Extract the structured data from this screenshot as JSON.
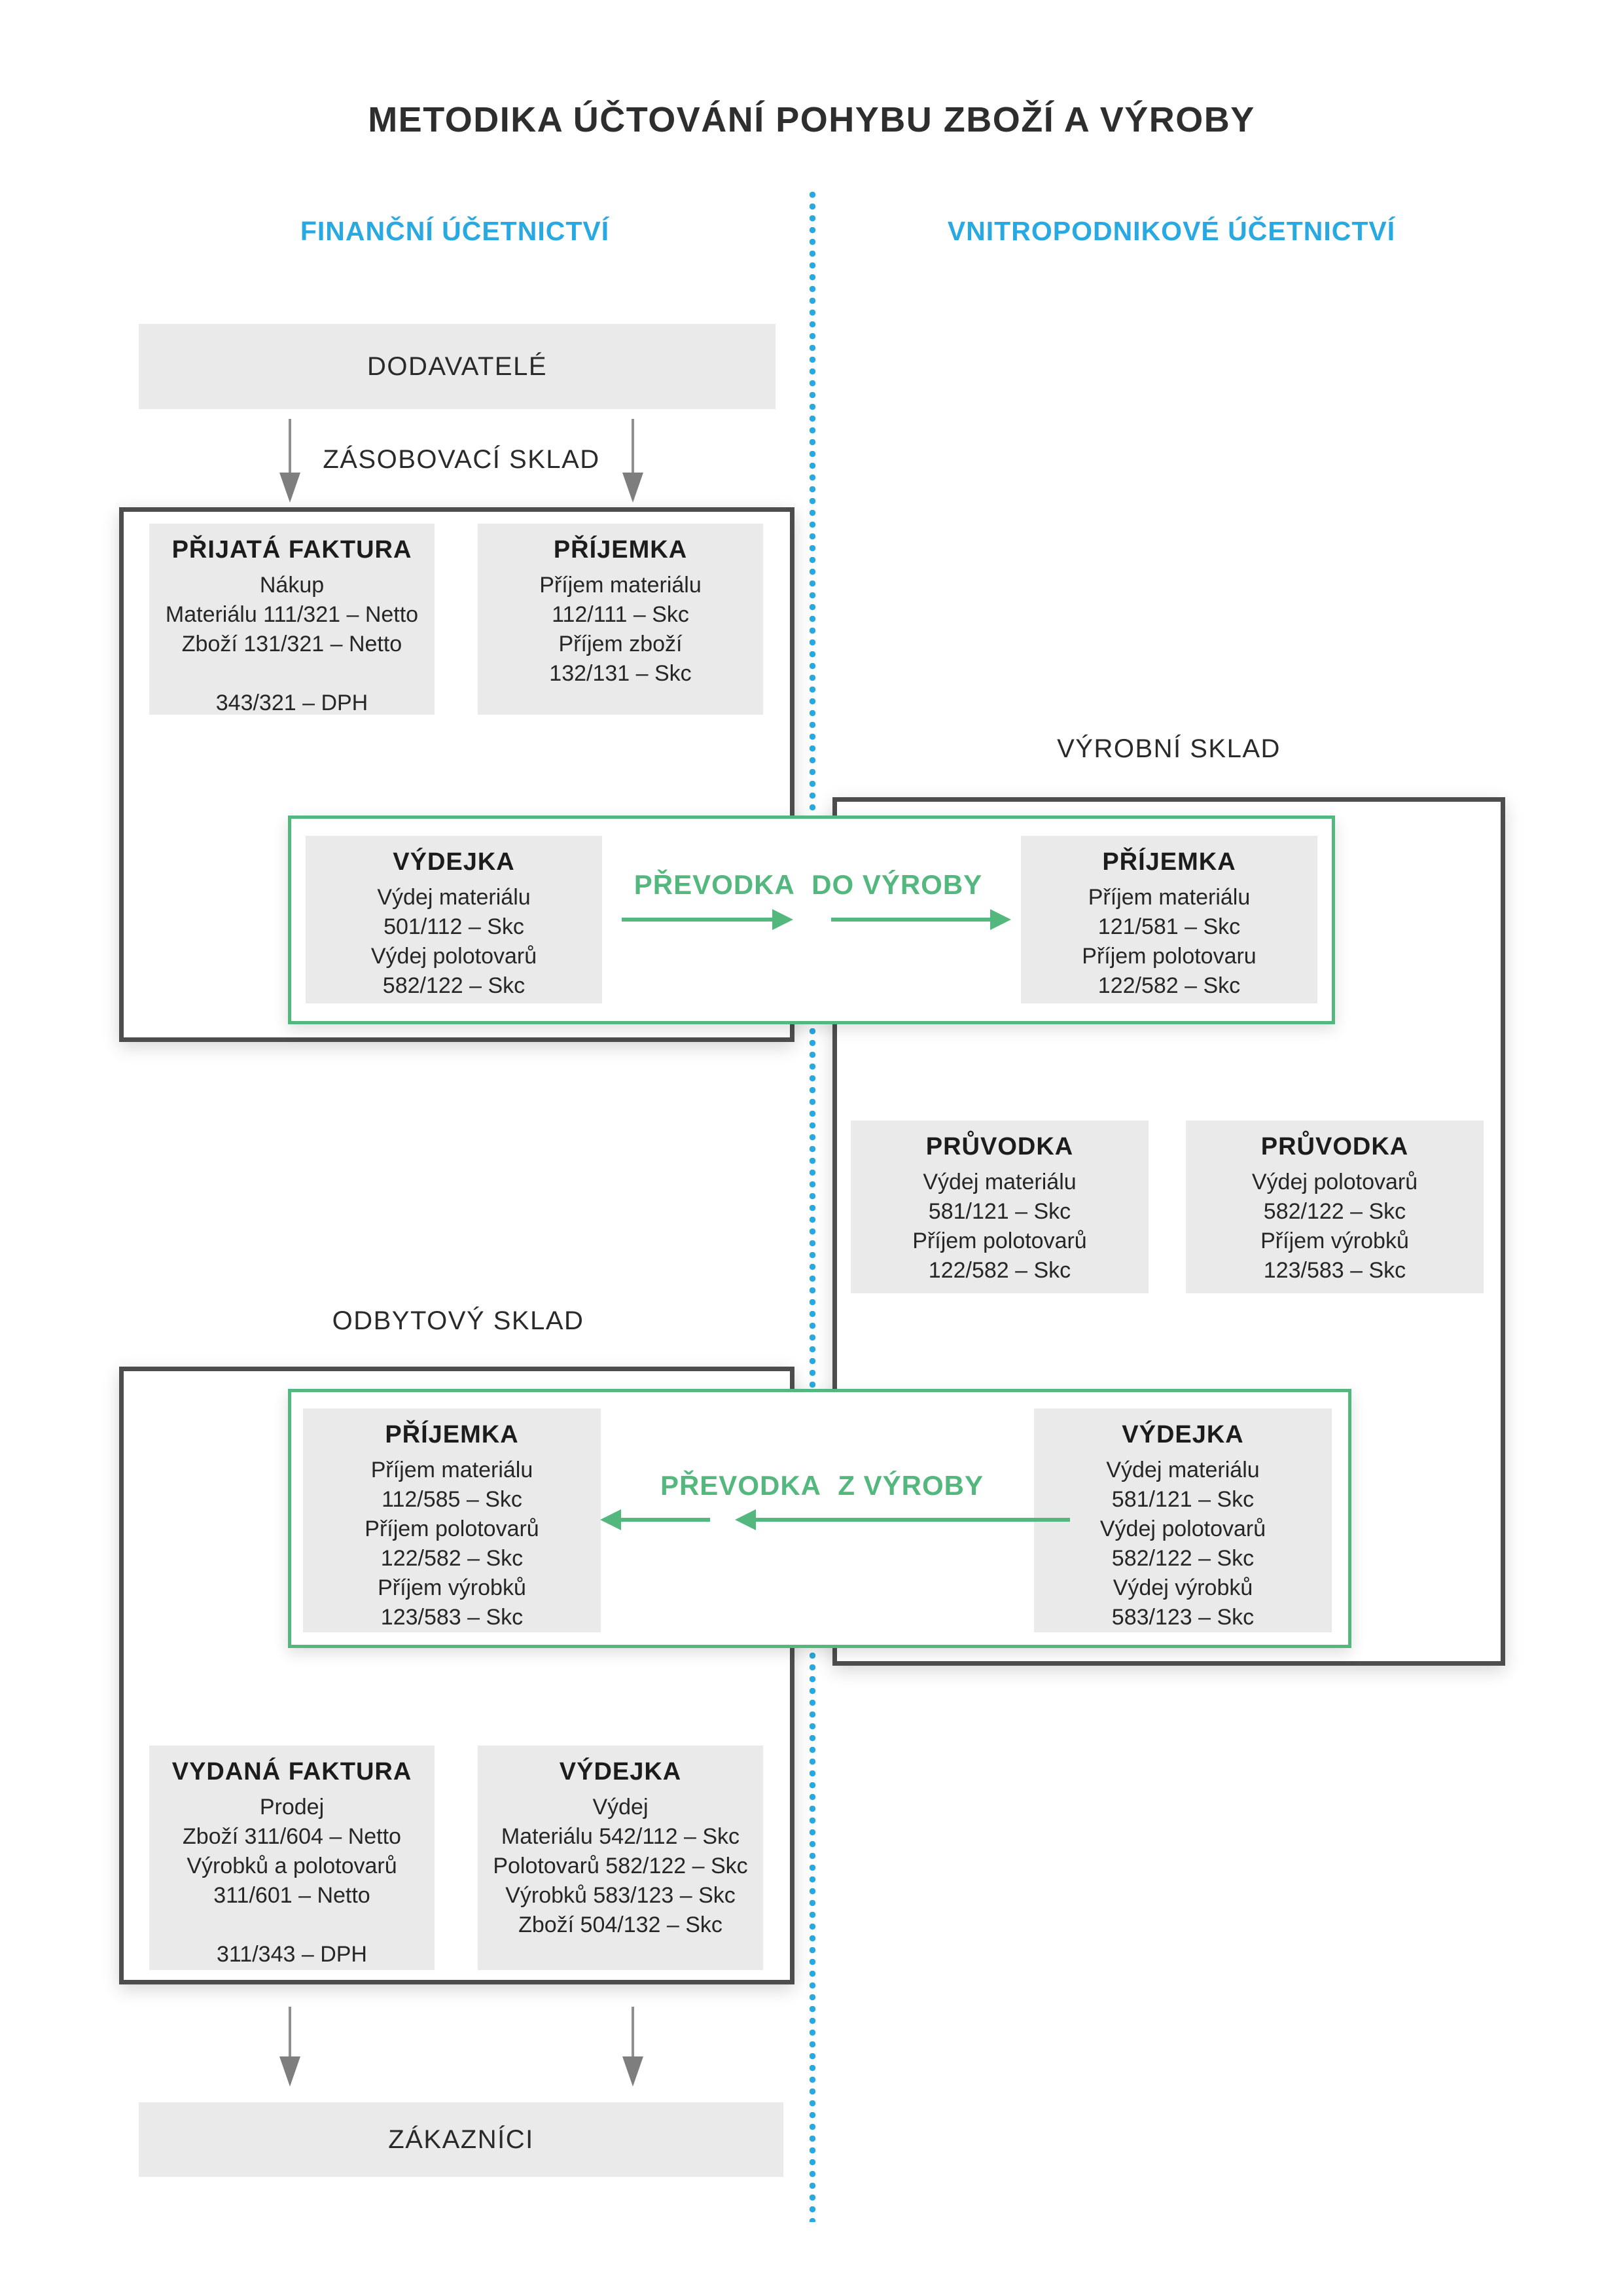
{
  "title": "METODIKA ÚČTOVÁNÍ POHYBU ZBOŽÍ A VÝROBY",
  "columns": {
    "left_header": "FINANČNÍ ÚČETNICTVÍ",
    "right_header": "VNITROPODNIKOVÉ ÚČETNICTVÍ"
  },
  "nodes": {
    "dodavatele": "DODAVATELÉ",
    "zakaznici": "ZÁKAZNÍCI"
  },
  "section_labels": {
    "zasobovaci_sklad": "ZÁSOBOVACÍ SKLAD",
    "vyrobni_sklad": "VÝROBNÍ SKLAD",
    "odbytovy_sklad": "ODBYTOVÝ SKLAD"
  },
  "transfer_labels": {
    "do_vyroby": "PŘEVODKA  DO VÝROBY",
    "z_vyroby": "PŘEVODKA  Z VÝROBY"
  },
  "cards": {
    "prijata_faktura": {
      "title": "PŘIJATÁ FAKTURA",
      "lines": [
        "Nákup",
        "Materiálu 111/321 – Netto",
        "Zboží 131/321 – Netto",
        "",
        "343/321 – DPH"
      ]
    },
    "prijemka_zasobovaci": {
      "title": "PŘÍJEMKA",
      "lines": [
        "Příjem materiálu",
        "112/111 – Skc",
        "Příjem zboží",
        "132/131 – Skc"
      ]
    },
    "vydejka_do_vyroby": {
      "title": "VÝDEJKA",
      "lines": [
        "Výdej materiálu",
        "501/112 – Skc",
        "Výdej polotovarů",
        "582/122 – Skc"
      ]
    },
    "prijemka_vyrobni": {
      "title": "PŘÍJEMKA",
      "lines": [
        "Příjem materiálu",
        "121/581 – Skc",
        "Příjem polotovaru",
        "122/582 – Skc"
      ]
    },
    "pruvodka_material": {
      "title": "PRŮVODKA",
      "lines": [
        "Výdej materiálu",
        "581/121 – Skc",
        "Příjem polotovarů",
        "122/582 – Skc"
      ]
    },
    "pruvodka_polotovary": {
      "title": "PRŮVODKA",
      "lines": [
        "Výdej polotovarů",
        "582/122 – Skc",
        "Příjem výrobků",
        "123/583 – Skc"
      ]
    },
    "prijemka_odbytovy": {
      "title": "PŘÍJEMKA",
      "lines": [
        "Příjem materiálu",
        "112/585 – Skc",
        "Příjem polotovarů",
        "122/582 – Skc",
        "Příjem výrobků",
        "123/583 – Skc"
      ]
    },
    "vydejka_z_vyroby": {
      "title": "VÝDEJKA",
      "lines": [
        "Výdej materiálu",
        "581/121 – Skc",
        "Výdej polotovarů",
        "582/122 – Skc",
        "Výdej výrobků",
        "583/123 – Skc"
      ]
    },
    "vydana_faktura": {
      "title": "VYDANÁ FAKTURA",
      "lines": [
        "Prodej",
        "Zboží 311/604 – Netto",
        "Výrobků a polotovarů",
        "311/601 – Netto",
        "",
        "311/343 – DPH"
      ]
    },
    "vydejka_prodej": {
      "title": "VÝDEJKA",
      "lines": [
        "Výdej",
        "Materiálu 542/112 – Skc",
        "Polotovarů 582/122 – Skc",
        "Výrobků 583/123 – Skc",
        "Zboží 504/132 – Skc"
      ]
    }
  },
  "colors": {
    "accent_blue": "#29A9E2",
    "accent_green": "#54B87E",
    "box_fill": "#EAEAEA",
    "container_border": "#4D4D4D",
    "arrow_gray": "#8F8F8F"
  }
}
